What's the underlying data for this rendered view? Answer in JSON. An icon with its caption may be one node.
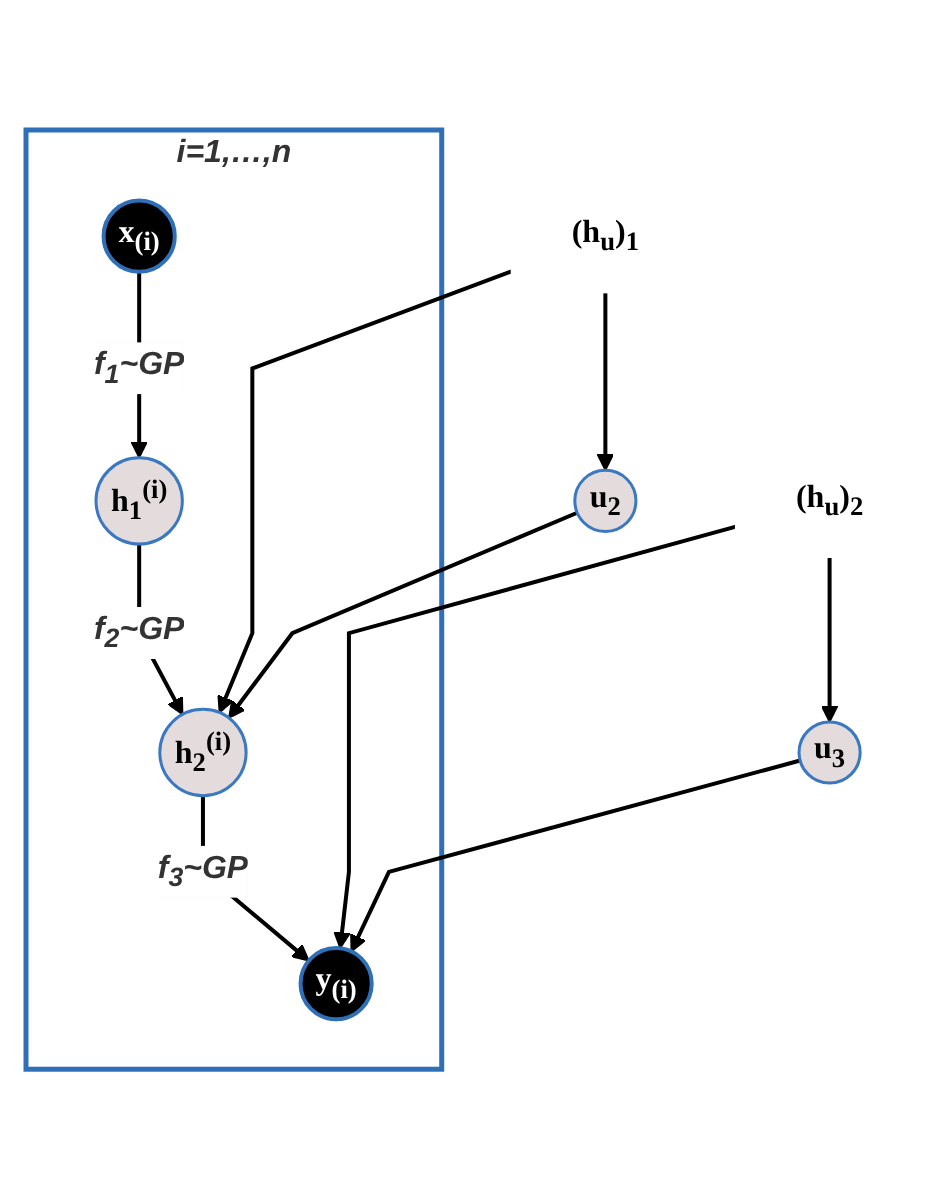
{
  "diagram": {
    "nodes": [
      {
        "text": [
          "i=1,…,n"
        ]
      },
      {
        "text": [
          "x$_{(i)}$"
        ],
        "in": 0
      },
      {
        "text": [
          "h$_{1}$$^{(i)}$"
        ],
        "in": 0
      },
      {
        "text": [
          "(h$_{u}$)$_{1}$"
        ]
      },
      {
        "text": [
          "u$_{2}$"
        ]
      },
      {
        "text": [
          "h$_{2}$$^{(i)}$"
        ],
        "in": 0
      },
      {
        "text": [
          "(h$_{u}$)$_{2}$"
        ]
      },
      {
        "text": [
          "u$_{3}$"
        ]
      },
      {
        "text": [
          "y$_{(i)}$"
        ],
        "in": 0
      }
    ],
    "edges": [
      {
        "from": 1,
        "to": 2,
        "arrow": "to",
        "label": "f$_{1}$~GP"
      },
      {
        "from": 2,
        "to": 5,
        "arrow": "to",
        "label": "f$_{2}$~GP"
      },
      {
        "from": 3,
        "to": 5,
        "arrow": "to"
      },
      {
        "from": 3,
        "to": 4,
        "arrow": "to"
      },
      {
        "from": 4,
        "to": 5,
        "arrow": "to"
      },
      {
        "from": 5,
        "to": 8,
        "arrow": "to",
        "label": "f$_{3}$~GP"
      },
      {
        "from": 6,
        "to": 8,
        "arrow": "to"
      },
      {
        "from": 6,
        "to": 7,
        "arrow": "to"
      },
      {
        "from": 7,
        "to": 8,
        "arrow": "to"
      }
    ]
  }
}
